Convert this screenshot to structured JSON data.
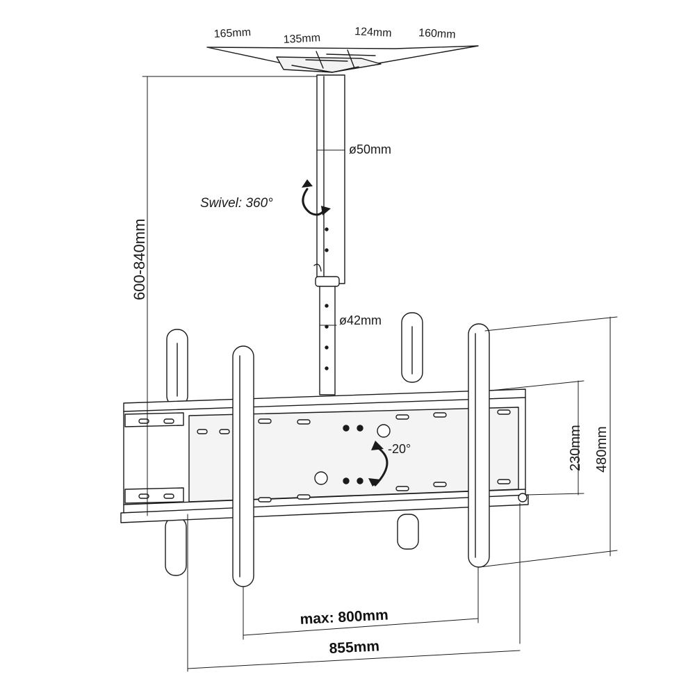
{
  "dims": {
    "top_165": "165mm",
    "top_135": "135mm",
    "top_124": "124mm",
    "top_160": "160mm",
    "tube_upper": "ø50mm",
    "tube_lower": "ø42mm",
    "height_range": "600-840mm",
    "swivel": "Swivel: 360°",
    "tilt": "-20°",
    "frame_230": "230mm",
    "frame_480": "480mm",
    "max_vesa": "max: 800mm",
    "width_855": "855mm"
  },
  "colors": {
    "line": "#1a1a1a",
    "fill": "#ffffff",
    "shade": "#e6e6e6"
  }
}
